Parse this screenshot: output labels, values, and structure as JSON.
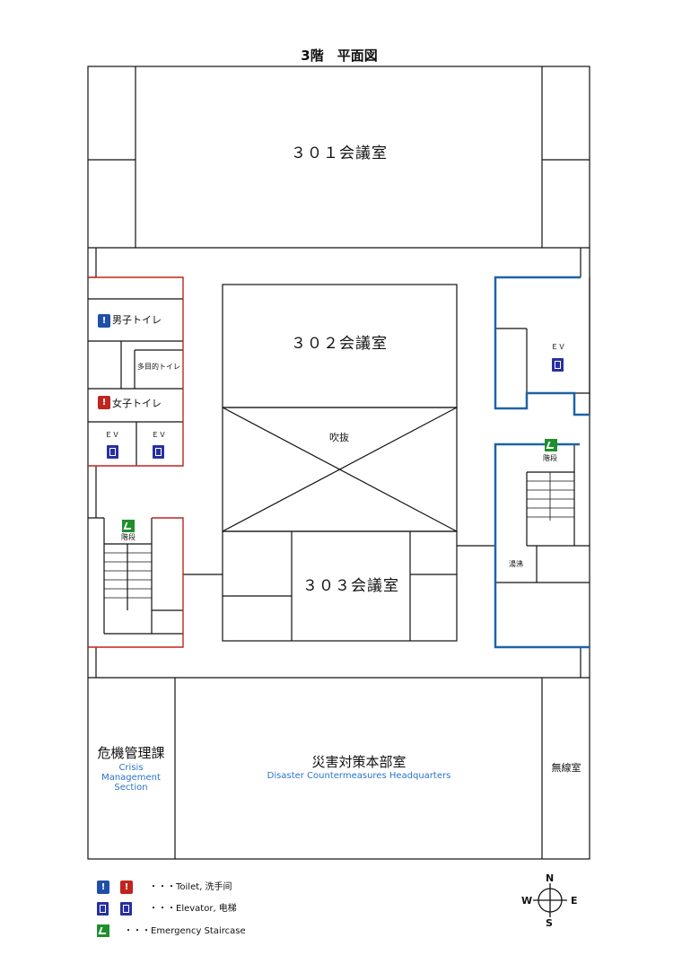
{
  "title": "3階　平面図",
  "rooms": {
    "r301": "３０１会議室",
    "r302": "３０２会議室",
    "r303": "３０３会議室",
    "fukinuke": "吹抜",
    "male_toilet": "男子トイレ",
    "multi_toilet": "多目的トイレ",
    "female_toilet": "女子トイレ",
    "ev": "ＥＶ",
    "stairs": "階段",
    "storage": "湯沸",
    "crisis_jp": "危機管理課",
    "crisis_en": "Crisis Management Section",
    "disaster_jp": "災害対策本部室",
    "disaster_en": "Disaster Countermeasures Headquarters",
    "radio": "無線室"
  },
  "legend": {
    "toilet": "・・・Toilet, 洗手间",
    "elevator": "・・・Elevator, 电梯",
    "stair": "・・・Emergency Staircase"
  },
  "compass": {
    "n": "N",
    "s": "S",
    "e": "E",
    "w": "W"
  },
  "colors": {
    "wall": "#111111",
    "red_zone": "#c0251f",
    "blue_zone": "#1f63a8",
    "en_text": "#2a74c8"
  }
}
